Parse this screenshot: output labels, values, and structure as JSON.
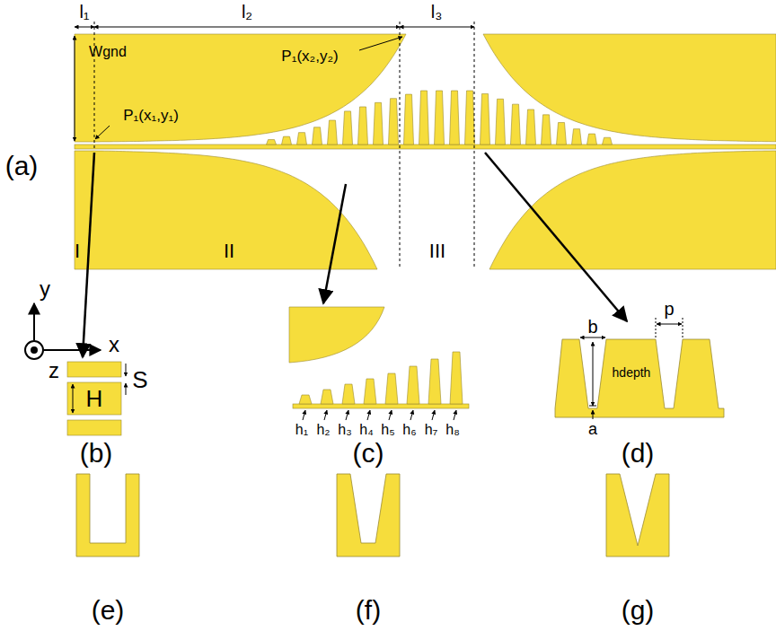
{
  "diagram": {
    "labels": [
      "l₁",
      "l₂",
      "l₃",
      "Wgnd",
      "P₁(x₂,y₂)",
      "P₁(x₁,y₁)",
      "(a)",
      "I",
      "II",
      "III",
      "y",
      "x",
      "z",
      "S",
      "H",
      "h₁",
      "h₂",
      "h₃",
      "h₄",
      "h₅",
      "h₆",
      "h₇",
      "h₈",
      "b",
      "p",
      "hdepth",
      "a",
      "(b)",
      "(c)",
      "(d)",
      "(e)",
      "(f)",
      "(g)"
    ]
  }
}
